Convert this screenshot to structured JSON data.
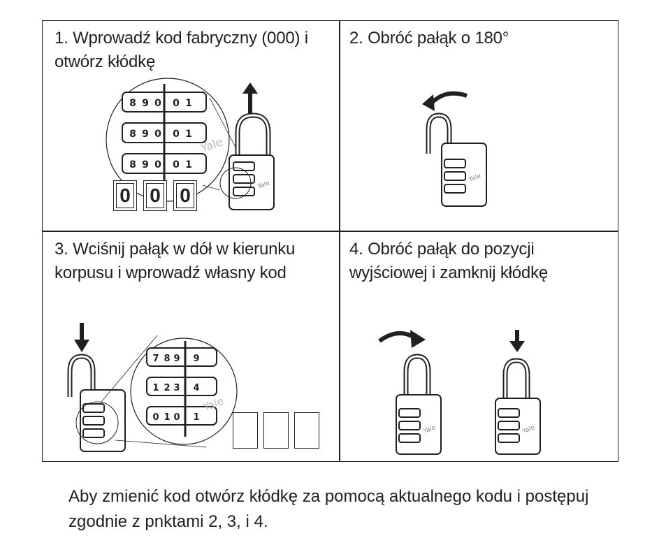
{
  "steps": [
    {
      "text": "1. Wprowadź kod fabryczny (000) i otwórz kłódkę"
    },
    {
      "text": "2. Obróć pałąk o 180°"
    },
    {
      "text": "3. Wciśnij pałąk w dół w kierunku korpusu i wprowadź własny kod"
    },
    {
      "text": "4. Obróć pałąk do pozycji wyjściowej i zamknij kłódkę"
    }
  ],
  "factory_code": [
    "0",
    "0",
    "0"
  ],
  "brand_mark": "Yale",
  "note": "Aby zmienić kod otwórz kłódkę za pomocą aktualnego kodu i postępuj zgodnie z pnktami 2, 3, i 4."
}
